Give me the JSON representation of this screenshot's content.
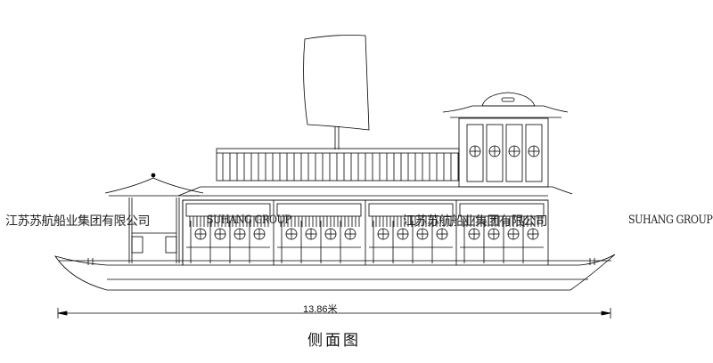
{
  "drawing": {
    "title": "侧面图",
    "length_dimension": "13.86米"
  },
  "watermarks": {
    "company_cn_1": "江苏苏航船业集团有限公司",
    "company_en_1": "SUHANG GROUP",
    "company_cn_2": "江苏苏航船业集团有限公司",
    "company_en_2": "SUHANG GROUP"
  },
  "colors": {
    "line": "#000000",
    "background": "#ffffff"
  }
}
